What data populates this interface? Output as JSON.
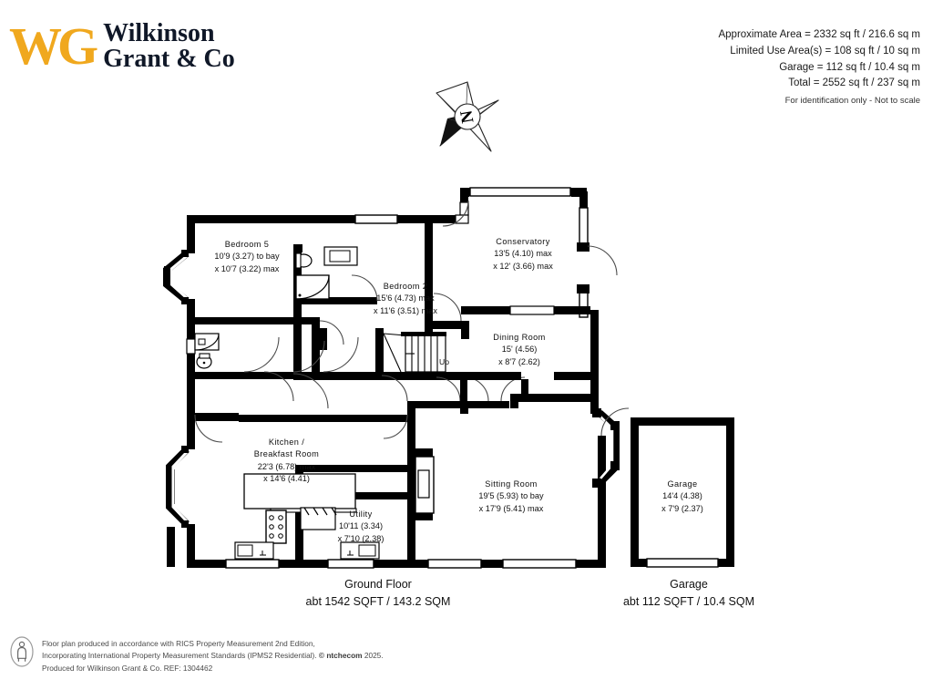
{
  "brand": {
    "logo_mark": "WG",
    "logo_line1": "Wilkinson",
    "logo_line2": "Grant & Co",
    "logo_color": "#f0a81e",
    "text_color": "#101828"
  },
  "area_summary": {
    "line1": "Approximate Area = 2332 sq ft / 216.6 sq m",
    "line2": "Limited Use Area(s) = 108 sq ft / 10 sq m",
    "line3": "Garage = 112 sq ft / 10.4 sq m",
    "line4": "Total = 2552 sq ft / 237 sq m",
    "note": "For identification only - Not to scale"
  },
  "compass": {
    "label": "N",
    "name": "north-compass-rose"
  },
  "rooms": [
    {
      "key": "bedroom5",
      "name": "Bedroom 5",
      "dim1": "10'9 (3.27) to bay",
      "dim2": "x 10'7 (3.22) max"
    },
    {
      "key": "bedroom2",
      "name": "Bedroom 2",
      "dim1": "15'6 (4.73) max",
      "dim2": "x 11'6 (3.51) max"
    },
    {
      "key": "conservatory",
      "name": "Conservatory",
      "dim1": "13'5 (4.10) max",
      "dim2": "x 12' (3.66) max"
    },
    {
      "key": "dining",
      "name": "Dining Room",
      "dim1": "15' (4.56)",
      "dim2": "x 8'7 (2.62)"
    },
    {
      "key": "kitchen",
      "name": "Kitchen /",
      "name2": "Breakfast Room",
      "dim1": "22'3 (6.78) max",
      "dim2": "x 14'6 (4.41)"
    },
    {
      "key": "utility",
      "name": "Utility",
      "dim1": "10'11 (3.34)",
      "dim2": "x 7'10 (2.38)"
    },
    {
      "key": "sitting",
      "name": "Sitting Room",
      "dim1": "19'5 (5.93) to bay",
      "dim2": "x 17'9 (5.41) max"
    },
    {
      "key": "garage",
      "name": "Garage",
      "dim1": "14'4 (4.38)",
      "dim2": "x 7'9 (2.37)"
    }
  ],
  "stairs": {
    "direction_label": "Up"
  },
  "plan_titles": {
    "ground_floor_name": "Ground Floor",
    "ground_floor_area": "abt 1542  SQFT / 143.2 SQM",
    "garage_name": "Garage",
    "garage_area": "abt 112 SQFT / 10.4 SQM"
  },
  "disclaimer": {
    "line1": "Floor plan produced in accordance with RICS Property Measurement 2nd Edition,",
    "line2a": "Incorporating International Property Measurement Standards (IPMS2 Residential).",
    "line2b": "© ntchecom",
    "line2c": "2025.",
    "line3": "Produced for Wilkinson Grant & Co.   REF:  1304462"
  }
}
